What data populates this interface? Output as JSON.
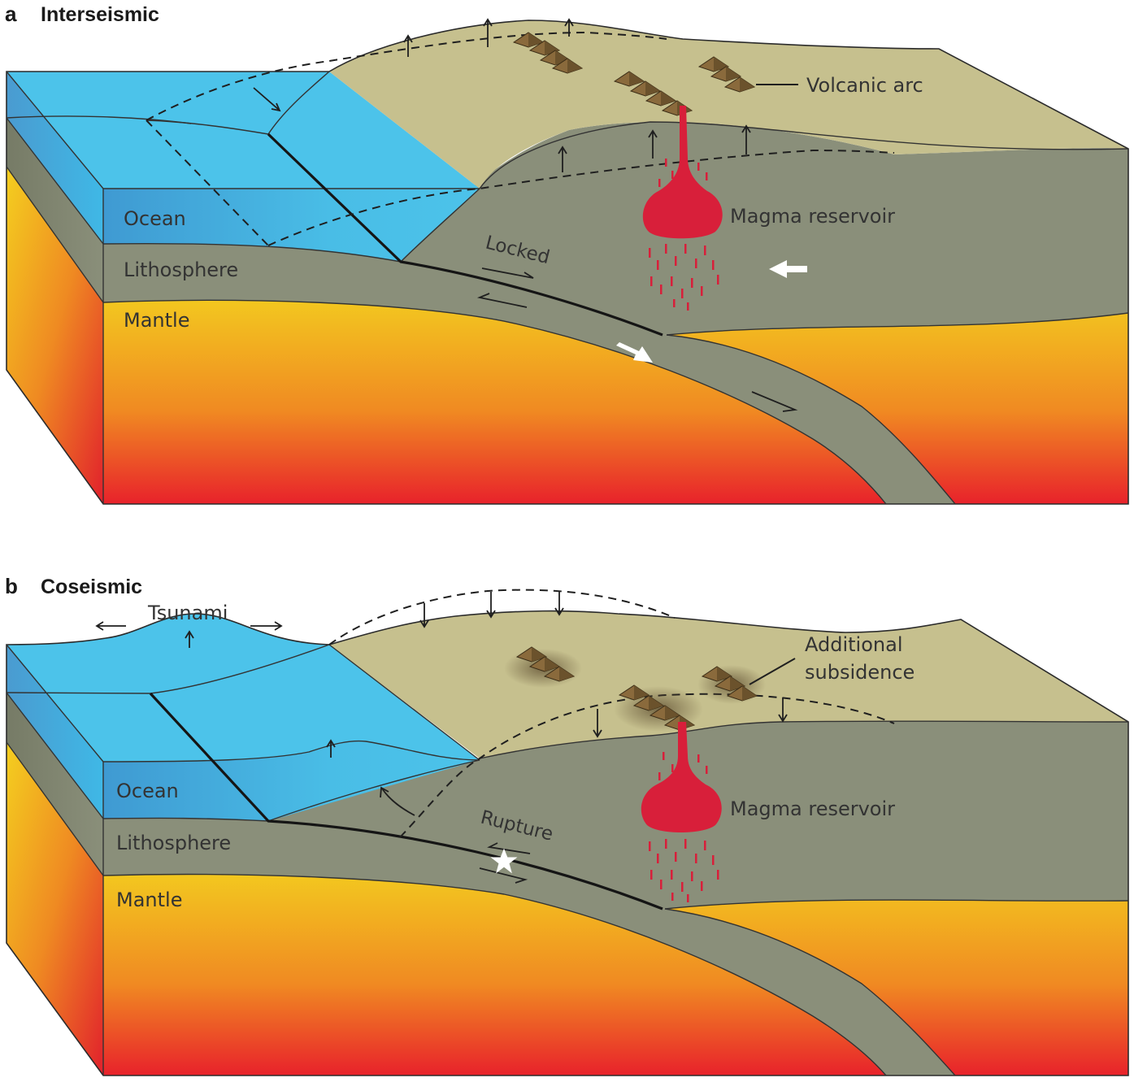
{
  "panel_a": {
    "letter": "a",
    "title": "Interseismic",
    "labels": {
      "ocean": "Ocean",
      "lithosphere": "Lithosphere",
      "mantle": "Mantle",
      "locked": "Locked",
      "volcanic_arc": "Volcanic arc",
      "magma_reservoir": "Magma reservoir"
    }
  },
  "panel_b": {
    "letter": "b",
    "title": "Coseismic",
    "labels": {
      "tsunami": "Tsunami",
      "ocean": "Ocean",
      "lithosphere": "Lithosphere",
      "mantle": "Mantle",
      "rupture": "Rupture",
      "additional_subsidence_line1": "Additional",
      "additional_subsidence_line2": "subsidence",
      "magma_reservoir": "Magma reservoir"
    }
  },
  "colors": {
    "ocean": "#49c3ea",
    "lithosphere": "#8a8f7a",
    "land": "#c6c08e",
    "mantle_top": "#f2c21c",
    "mantle_bottom": "#e8212b",
    "magma": "#d81f3a"
  }
}
